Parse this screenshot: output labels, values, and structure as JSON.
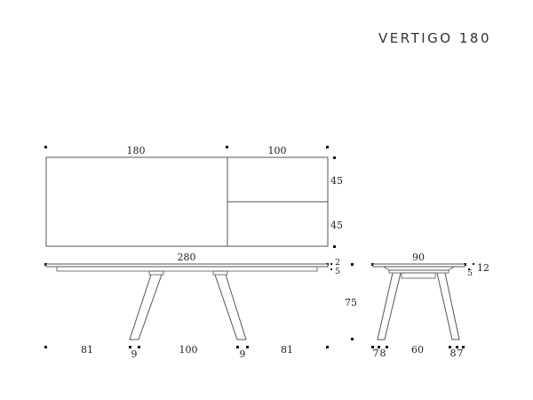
{
  "title": "VERTIGO 180",
  "plan": {
    "width_extended": "280",
    "width_closed": "180",
    "extension": "100",
    "depth_a": "45",
    "depth_b": "45"
  },
  "front_elevation": {
    "top_thickness": "2",
    "apron": "5",
    "height": "75",
    "overhang_left": "81",
    "leg_left": "9",
    "between_legs": "100",
    "leg_right": "9",
    "overhang_right": "81"
  },
  "side_elevation": {
    "depth": "90",
    "apron": "5",
    "total_thickness": "12",
    "overhang_left": "7",
    "leg_left": "8",
    "between_legs": "60",
    "leg_right": "8",
    "overhang_right": "7"
  }
}
